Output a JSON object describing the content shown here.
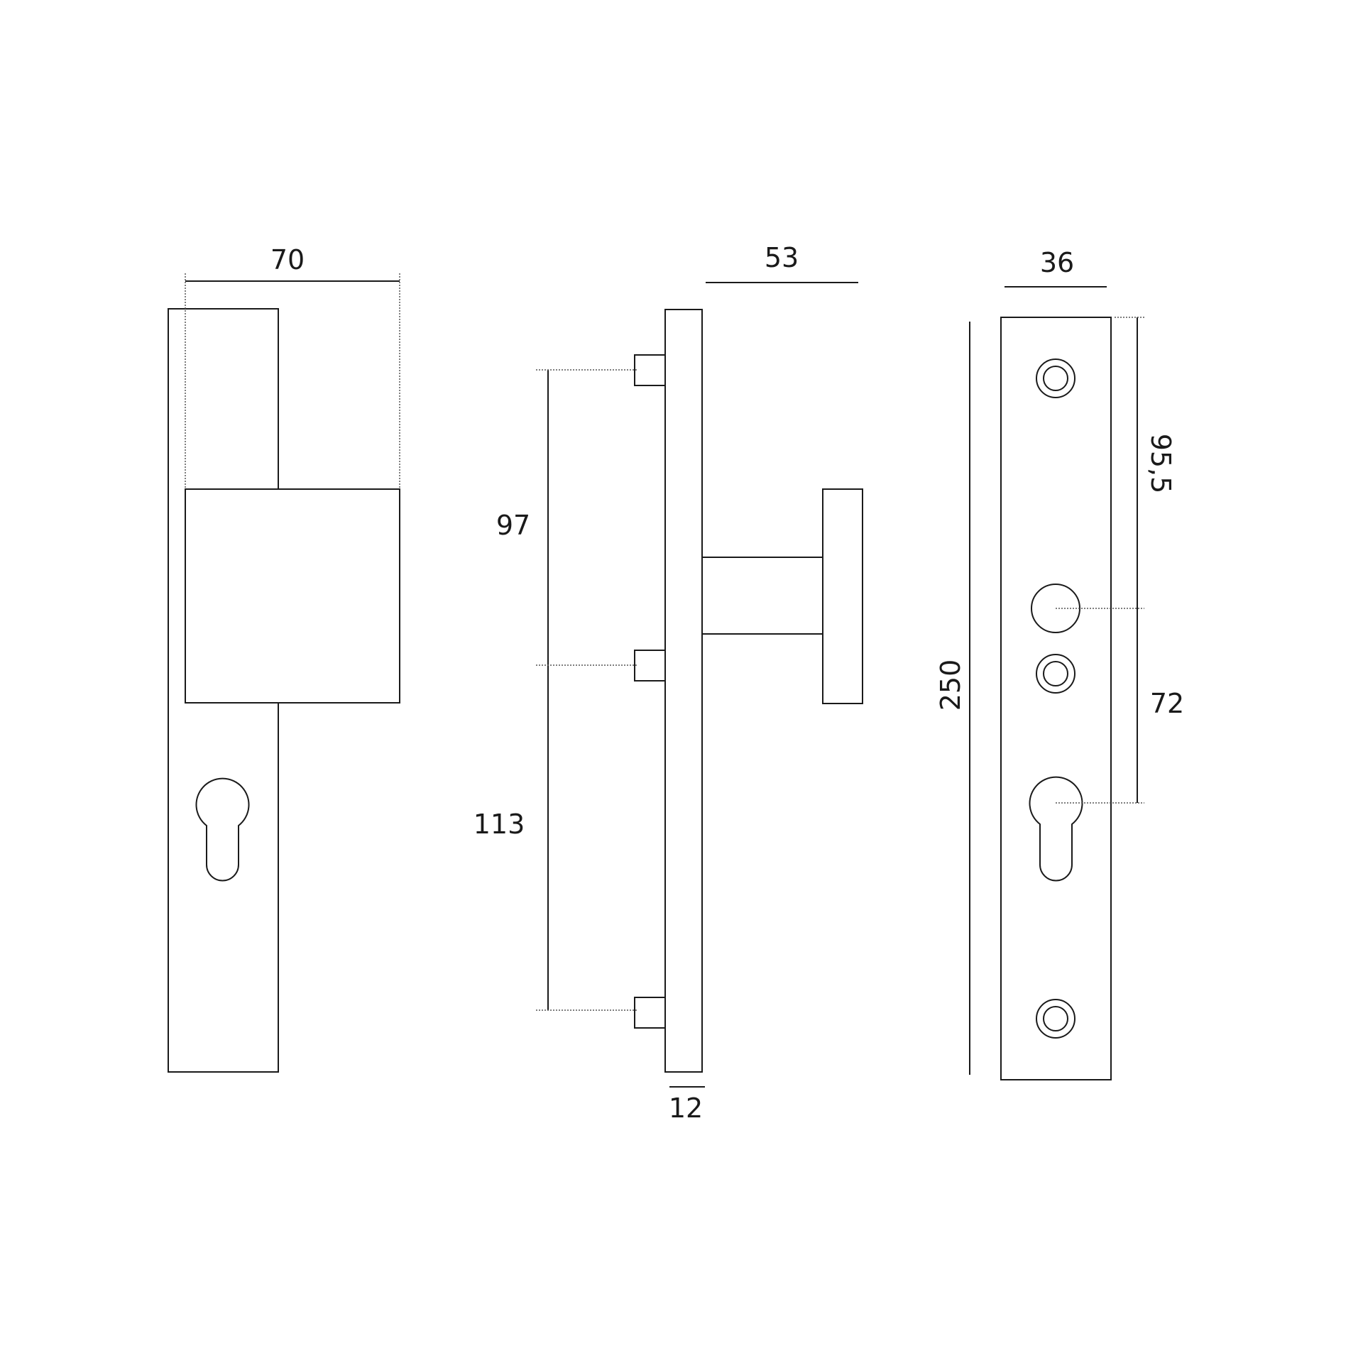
{
  "dimensions": {
    "front_width": "70",
    "rose_depth": "53",
    "plate_width": "36",
    "upper_spacing": "97",
    "lower_spacing": "113",
    "plate_thickness": "12",
    "plate_length": "250",
    "handle_to_top": "95,5",
    "handle_to_cylinder": "72"
  },
  "colors": {
    "line": "#1a1a1a",
    "background": "#ffffff"
  }
}
